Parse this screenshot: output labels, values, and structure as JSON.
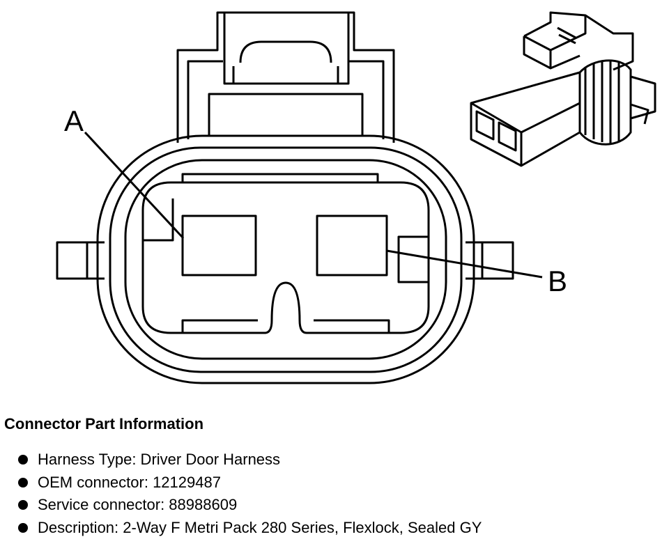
{
  "diagram": {
    "callouts": [
      {
        "id": "a",
        "label": "A"
      },
      {
        "id": "b",
        "label": "B"
      }
    ]
  },
  "part_info": {
    "heading": "Connector Part Information",
    "items": [
      "Harness Type: Driver Door Harness",
      "OEM connector: 12129487",
      "Service connector: 88988609",
      "Description: 2-Way F Metri Pack 280 Series, Flexlock, Sealed GY"
    ]
  }
}
